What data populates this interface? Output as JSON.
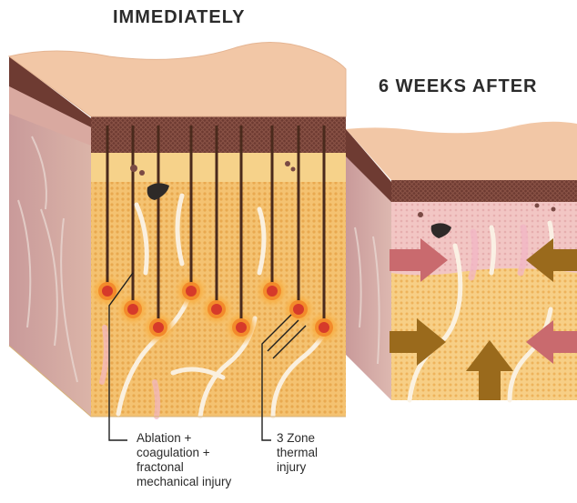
{
  "titles": {
    "immediately": "IMMEDIATELY",
    "six_weeks_after": "6 WEEKS AFTER"
  },
  "labels": {
    "ablation": [
      "Ablation +",
      "coagulation +",
      "fractonal",
      "mechanical injury"
    ],
    "thermal": [
      "3 Zone",
      "thermal",
      "injury"
    ]
  },
  "colors": {
    "epidermis": "#f2c7a6",
    "stratum": "#6b3a34",
    "dermis": "#f5c878",
    "hypodermis_side": "#d4a4a0",
    "channel": "#4a2a1c",
    "thermal_core": "#d63a2a",
    "thermal_glow": "#f7a23a",
    "pink_arrow": "#c96a6e",
    "brown_arrow": "#9a6a1c"
  }
}
